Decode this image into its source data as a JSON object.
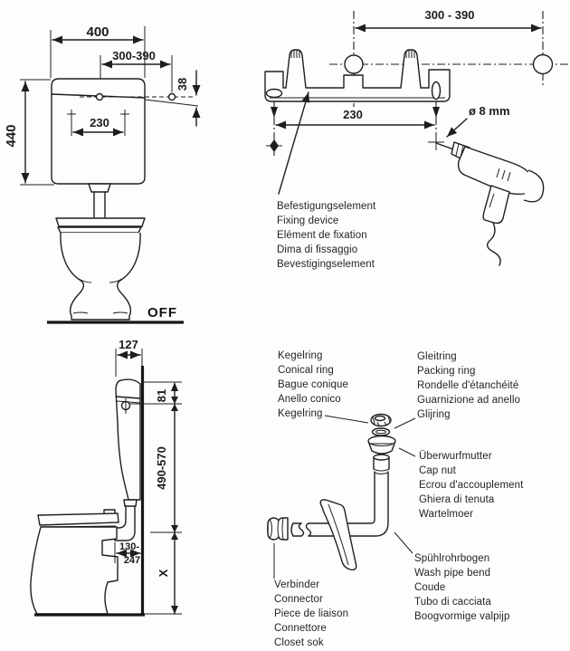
{
  "colors": {
    "ink": "#1e1e1e",
    "paper": "#fdfdfb"
  },
  "front_view": {
    "width": "400",
    "hole_span": "300-390",
    "hole_offset": "38",
    "height": "440",
    "bolt_spacing": "230",
    "off": "OFF"
  },
  "fixing_device": {
    "span": "300 - 390",
    "holes": "230",
    "drill_diameter": "ø 8 mm",
    "labels": [
      "Befestigungselement",
      "Fixing device",
      "Elément de fixation",
      "Dima di fissaggio",
      "Bevestigingselement"
    ]
  },
  "side_view": {
    "depth": "127",
    "top_offset": "81",
    "height_range": "490-570",
    "outlet_range_top": "130-",
    "outlet_range_bottom": "247",
    "floor_dim": "X"
  },
  "parts": {
    "conical_ring": [
      "Kegelring",
      "Conical ring",
      "Bague conique",
      "Anello conico",
      "Kegelring"
    ],
    "packing_ring": [
      "Gleitring",
      "Packing ring",
      "Rondelle d'étanchéité",
      "Guarnizione ad anello",
      "Glijring"
    ],
    "cap_nut": [
      "Überwurfmutter",
      "Cap nut",
      "Ecrou d'accouplement",
      "Ghiera di tenuta",
      "Wartelmoer"
    ],
    "wash_pipe_bend": [
      "Spühlrohrbogen",
      "Wash pipe bend",
      "Coude",
      "Tubo di cacciata",
      "Boogvormige valpijp"
    ],
    "connector": [
      "Verbinder",
      "Connector",
      "Piece de liaison",
      "Connettore",
      "Closet sok"
    ]
  }
}
